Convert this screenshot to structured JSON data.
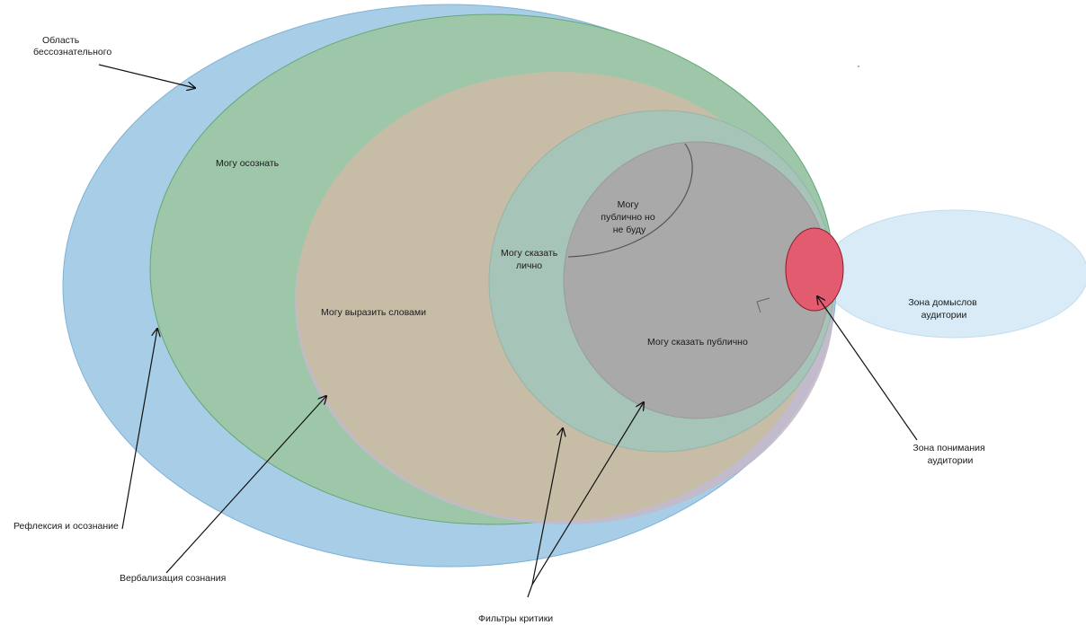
{
  "regions": {
    "unconscious": {
      "label_lines": [
        "Область",
        "бессознательного"
      ],
      "color": "#a8cde6"
    },
    "can_realize": {
      "label": "Могу осознать",
      "color": "#9dc7a8"
    },
    "can_verbalize": {
      "label": "Могу выразить словами",
      "color": "#c7bda6"
    },
    "can_say_privately": {
      "label_lines": [
        "Могу сказать",
        "лично"
      ],
      "color": "#a7c4b9"
    },
    "can_say_publicly": {
      "label": "Могу сказать публично",
      "color": "#a9a9a9"
    },
    "public_wont": {
      "label_lines": [
        "Могу",
        "публично но",
        "не буду"
      ]
    },
    "audience_understanding": {
      "label_lines": [
        "Зона понимания",
        "аудитории"
      ],
      "color": "#e35b6f"
    },
    "audience_guesses": {
      "label_lines": [
        "Зона домыслов",
        "аудитории"
      ],
      "color": "#d8ebf7"
    }
  },
  "annotations": {
    "reflexion": "Рефлексия и осознание",
    "verbalization": "Вербализация сознания",
    "criticism_filters": "Фильтры критики"
  }
}
